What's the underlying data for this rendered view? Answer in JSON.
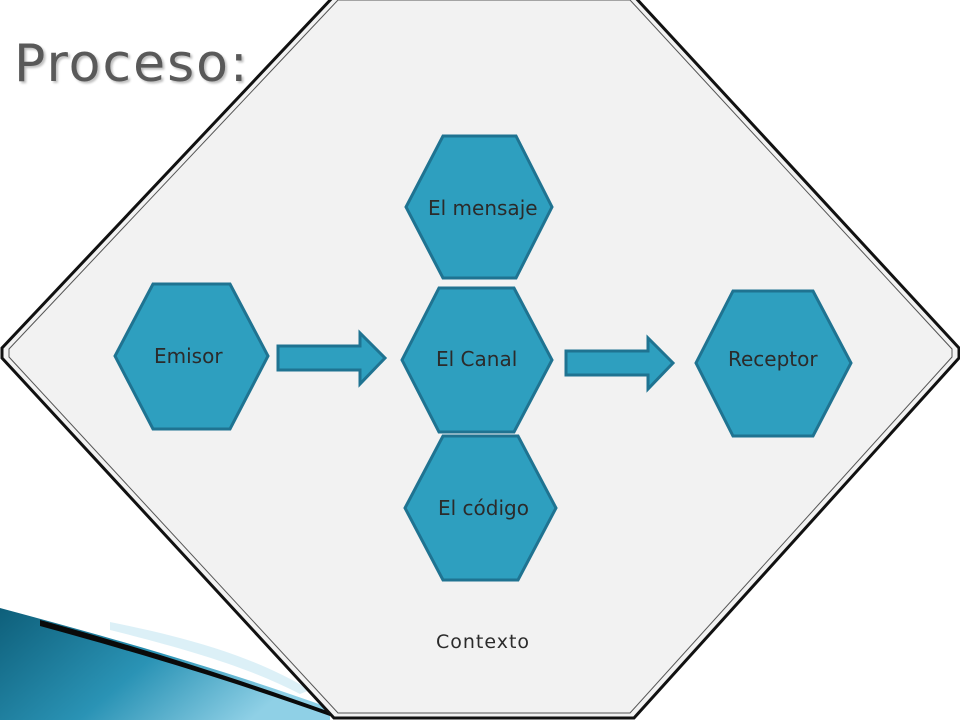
{
  "slide": {
    "title": "Proceso:"
  },
  "diagram": {
    "context_label": "Contexto",
    "nodes": {
      "emisor": "Emisor",
      "mensaje": "El mensaje",
      "canal": "El Canal",
      "codigo": "El código",
      "receptor": "Receptor"
    },
    "colors": {
      "hexagon_fill": "#2e9fbf",
      "hexagon_stroke": "#1f7391",
      "context_fill": "#f2f2f2",
      "arrow_fill": "#2e9fbf",
      "arrow_stroke": "#1f7391"
    }
  }
}
